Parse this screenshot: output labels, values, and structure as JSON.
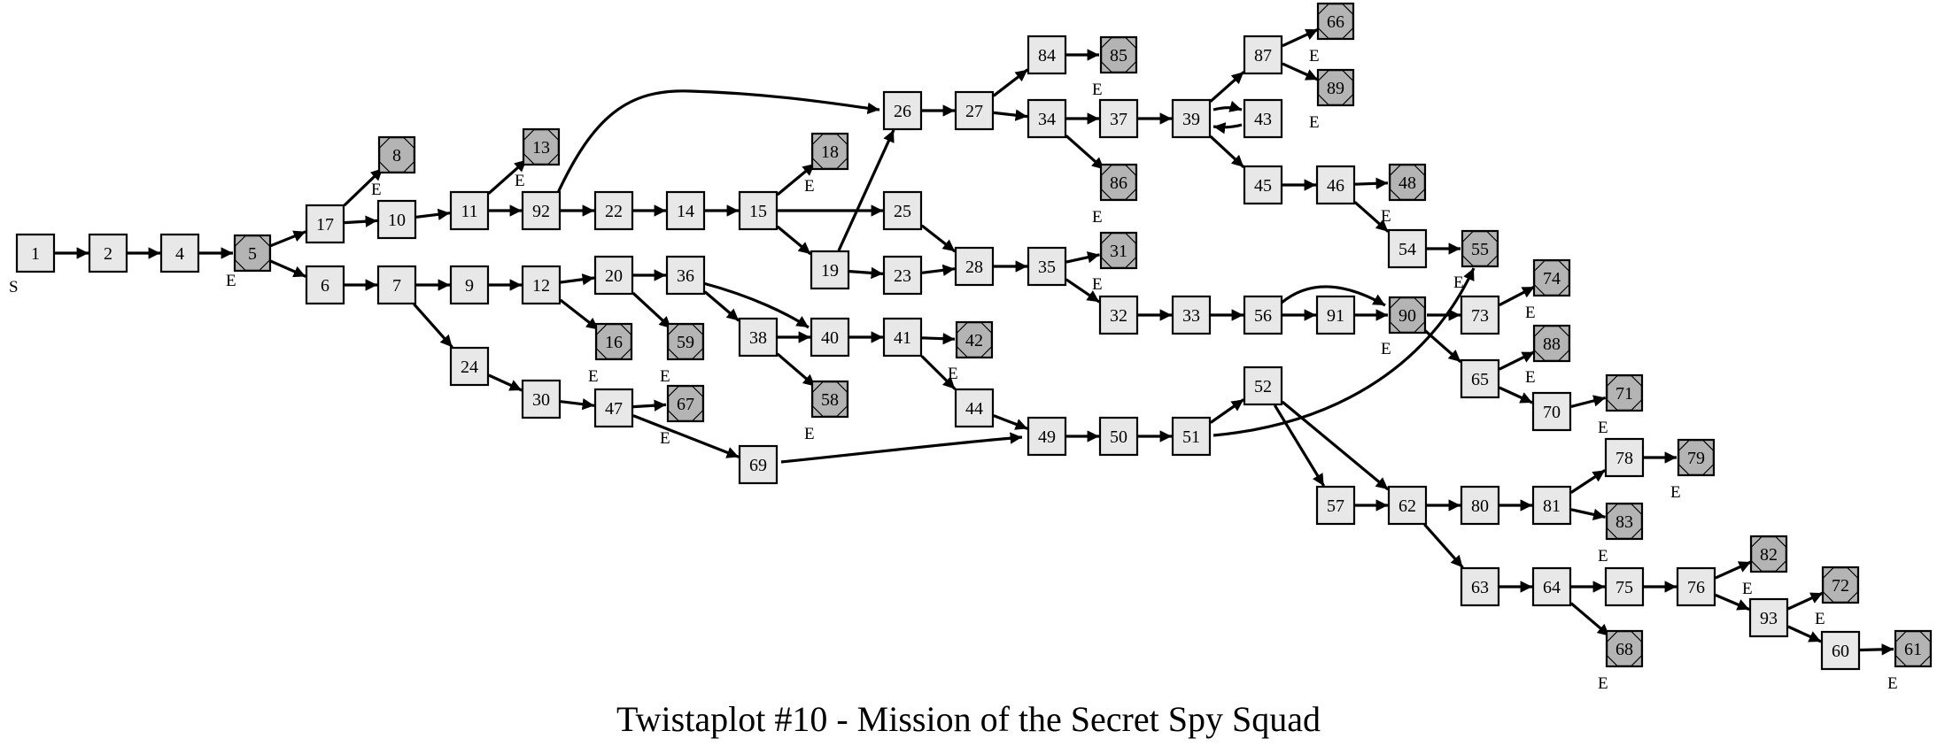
{
  "title": "Twistaplot #10 - Mission of the Secret Spy Squad",
  "start_tag": "S",
  "end_tag": "E",
  "colors": {
    "box_fill": "#e8e8e8",
    "end_fill": "#b4b4b4",
    "stroke": "#000000"
  },
  "nodes": [
    {
      "id": "1",
      "type": "start"
    },
    {
      "id": "2",
      "type": "box"
    },
    {
      "id": "4",
      "type": "box"
    },
    {
      "id": "5",
      "type": "end"
    },
    {
      "id": "17",
      "type": "box"
    },
    {
      "id": "6",
      "type": "box"
    },
    {
      "id": "8",
      "type": "end"
    },
    {
      "id": "10",
      "type": "box"
    },
    {
      "id": "11",
      "type": "box"
    },
    {
      "id": "13",
      "type": "end"
    },
    {
      "id": "92",
      "type": "box"
    },
    {
      "id": "22",
      "type": "box"
    },
    {
      "id": "14",
      "type": "box"
    },
    {
      "id": "15",
      "type": "box"
    },
    {
      "id": "18",
      "type": "end"
    },
    {
      "id": "25",
      "type": "box"
    },
    {
      "id": "19",
      "type": "box"
    },
    {
      "id": "26",
      "type": "box"
    },
    {
      "id": "23",
      "type": "box"
    },
    {
      "id": "28",
      "type": "box"
    },
    {
      "id": "27",
      "type": "box"
    },
    {
      "id": "84",
      "type": "box"
    },
    {
      "id": "85",
      "type": "end"
    },
    {
      "id": "34",
      "type": "box"
    },
    {
      "id": "37",
      "type": "box"
    },
    {
      "id": "39",
      "type": "box"
    },
    {
      "id": "43",
      "type": "box"
    },
    {
      "id": "87",
      "type": "box"
    },
    {
      "id": "66",
      "type": "end"
    },
    {
      "id": "89",
      "type": "end"
    },
    {
      "id": "45",
      "type": "box"
    },
    {
      "id": "46",
      "type": "box"
    },
    {
      "id": "48",
      "type": "end"
    },
    {
      "id": "54",
      "type": "box"
    },
    {
      "id": "55",
      "type": "end"
    },
    {
      "id": "86",
      "type": "end"
    },
    {
      "id": "35",
      "type": "box"
    },
    {
      "id": "31",
      "type": "end"
    },
    {
      "id": "32",
      "type": "box"
    },
    {
      "id": "33",
      "type": "box"
    },
    {
      "id": "56",
      "type": "box"
    },
    {
      "id": "91",
      "type": "box"
    },
    {
      "id": "90",
      "type": "end"
    },
    {
      "id": "73",
      "type": "box"
    },
    {
      "id": "74",
      "type": "end"
    },
    {
      "id": "65",
      "type": "box"
    },
    {
      "id": "88",
      "type": "end"
    },
    {
      "id": "70",
      "type": "box"
    },
    {
      "id": "71",
      "type": "end"
    },
    {
      "id": "7",
      "type": "box"
    },
    {
      "id": "9",
      "type": "box"
    },
    {
      "id": "12",
      "type": "box"
    },
    {
      "id": "20",
      "type": "box"
    },
    {
      "id": "16",
      "type": "end"
    },
    {
      "id": "36",
      "type": "box"
    },
    {
      "id": "59",
      "type": "end"
    },
    {
      "id": "38",
      "type": "box"
    },
    {
      "id": "40",
      "type": "box"
    },
    {
      "id": "58",
      "type": "end"
    },
    {
      "id": "41",
      "type": "box"
    },
    {
      "id": "42",
      "type": "end"
    },
    {
      "id": "44",
      "type": "box"
    },
    {
      "id": "24",
      "type": "box"
    },
    {
      "id": "30",
      "type": "box"
    },
    {
      "id": "47",
      "type": "box"
    },
    {
      "id": "67",
      "type": "end"
    },
    {
      "id": "69",
      "type": "box"
    },
    {
      "id": "49",
      "type": "box"
    },
    {
      "id": "50",
      "type": "box"
    },
    {
      "id": "51",
      "type": "box"
    },
    {
      "id": "52",
      "type": "box"
    },
    {
      "id": "57",
      "type": "box"
    },
    {
      "id": "62",
      "type": "box"
    },
    {
      "id": "80",
      "type": "box"
    },
    {
      "id": "81",
      "type": "box"
    },
    {
      "id": "78",
      "type": "box"
    },
    {
      "id": "79",
      "type": "end"
    },
    {
      "id": "83",
      "type": "end"
    },
    {
      "id": "63",
      "type": "box"
    },
    {
      "id": "64",
      "type": "box"
    },
    {
      "id": "75",
      "type": "box"
    },
    {
      "id": "76",
      "type": "box"
    },
    {
      "id": "82",
      "type": "end"
    },
    {
      "id": "93",
      "type": "box"
    },
    {
      "id": "72",
      "type": "end"
    },
    {
      "id": "60",
      "type": "box"
    },
    {
      "id": "61",
      "type": "end"
    },
    {
      "id": "68",
      "type": "end"
    }
  ],
  "edges": [
    [
      "1",
      "2"
    ],
    [
      "2",
      "4"
    ],
    [
      "4",
      "5"
    ],
    [
      "5",
      "17"
    ],
    [
      "5",
      "6"
    ],
    [
      "17",
      "8"
    ],
    [
      "17",
      "10"
    ],
    [
      "10",
      "11"
    ],
    [
      "11",
      "13"
    ],
    [
      "11",
      "92"
    ],
    [
      "92",
      "22"
    ],
    [
      "92",
      "26"
    ],
    [
      "22",
      "14"
    ],
    [
      "14",
      "15"
    ],
    [
      "15",
      "18"
    ],
    [
      "15",
      "25"
    ],
    [
      "15",
      "19"
    ],
    [
      "19",
      "26"
    ],
    [
      "19",
      "23"
    ],
    [
      "25",
      "28"
    ],
    [
      "23",
      "28"
    ],
    [
      "26",
      "27"
    ],
    [
      "27",
      "84"
    ],
    [
      "27",
      "34"
    ],
    [
      "84",
      "85"
    ],
    [
      "34",
      "37"
    ],
    [
      "34",
      "86"
    ],
    [
      "37",
      "39"
    ],
    [
      "39",
      "87"
    ],
    [
      "39",
      "43"
    ],
    [
      "43",
      "39"
    ],
    [
      "39",
      "45"
    ],
    [
      "87",
      "66"
    ],
    [
      "87",
      "89"
    ],
    [
      "45",
      "46"
    ],
    [
      "46",
      "48"
    ],
    [
      "46",
      "54"
    ],
    [
      "54",
      "55"
    ],
    [
      "28",
      "35"
    ],
    [
      "35",
      "31"
    ],
    [
      "35",
      "32"
    ],
    [
      "32",
      "33"
    ],
    [
      "33",
      "56"
    ],
    [
      "56",
      "91"
    ],
    [
      "56",
      "90"
    ],
    [
      "91",
      "90"
    ],
    [
      "90",
      "73"
    ],
    [
      "90",
      "65"
    ],
    [
      "73",
      "74"
    ],
    [
      "65",
      "88"
    ],
    [
      "65",
      "70"
    ],
    [
      "70",
      "71"
    ],
    [
      "6",
      "7"
    ],
    [
      "7",
      "9"
    ],
    [
      "7",
      "24"
    ],
    [
      "9",
      "12"
    ],
    [
      "12",
      "20"
    ],
    [
      "12",
      "16"
    ],
    [
      "20",
      "36"
    ],
    [
      "20",
      "59"
    ],
    [
      "36",
      "38"
    ],
    [
      "36",
      "40"
    ],
    [
      "38",
      "40"
    ],
    [
      "38",
      "58"
    ],
    [
      "40",
      "41"
    ],
    [
      "41",
      "42"
    ],
    [
      "41",
      "44"
    ],
    [
      "44",
      "49"
    ],
    [
      "24",
      "30"
    ],
    [
      "30",
      "47"
    ],
    [
      "47",
      "67"
    ],
    [
      "47",
      "69"
    ],
    [
      "69",
      "49"
    ],
    [
      "49",
      "50"
    ],
    [
      "50",
      "51"
    ],
    [
      "51",
      "52"
    ],
    [
      "51",
      "55"
    ],
    [
      "52",
      "57"
    ],
    [
      "52",
      "62"
    ],
    [
      "57",
      "62"
    ],
    [
      "62",
      "80"
    ],
    [
      "62",
      "63"
    ],
    [
      "80",
      "81"
    ],
    [
      "81",
      "78"
    ],
    [
      "81",
      "83"
    ],
    [
      "78",
      "79"
    ],
    [
      "63",
      "64"
    ],
    [
      "64",
      "75"
    ],
    [
      "64",
      "68"
    ],
    [
      "75",
      "76"
    ],
    [
      "76",
      "82"
    ],
    [
      "76",
      "93"
    ],
    [
      "93",
      "72"
    ],
    [
      "93",
      "60"
    ],
    [
      "60",
      "61"
    ]
  ]
}
